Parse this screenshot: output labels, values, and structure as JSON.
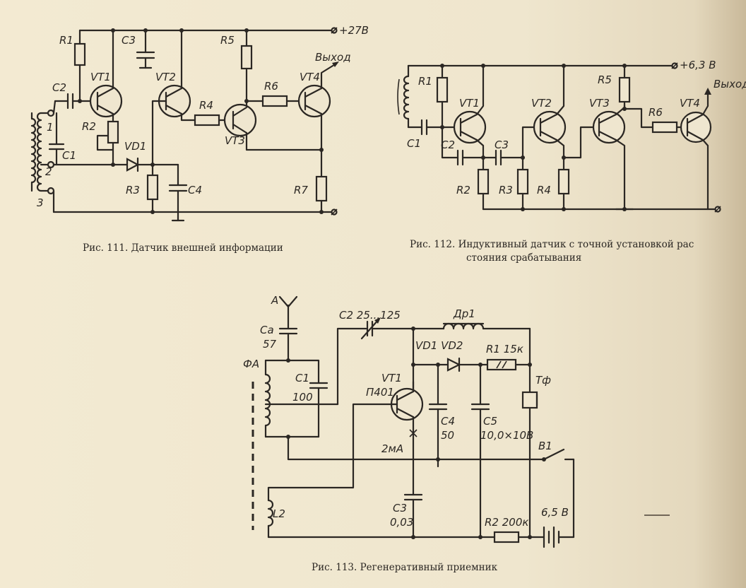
{
  "fig111": {
    "caption": "Рис. 111. Датчик внешней информации",
    "supply": "+27В",
    "output": "Выход",
    "labels": {
      "R1": "R1",
      "C3": "C3",
      "R5": "R5",
      "C2": "C2",
      "VT1": "VT1",
      "VT2": "VT2",
      "VT3": "VT3",
      "VT4": "VT4",
      "R2": "R2",
      "R4": "R4",
      "R6": "R6",
      "VD1": "VD1",
      "C1": "C1",
      "R3": "R3",
      "C4": "C4",
      "R7": "R7",
      "t1": "1",
      "t2": "2",
      "t3": "3"
    }
  },
  "fig112": {
    "caption_line1": "Рис. 112. Индуктивный датчик с точной установкой рас",
    "caption_line2": "стояния срабатывания",
    "supply": "+6,3 В",
    "output": "Выход",
    "labels": {
      "R1": "R1",
      "C1": "C1",
      "C2": "C2",
      "C3": "C3",
      "R2": "R2",
      "R3": "R3",
      "R4": "R4",
      "R5": "R5",
      "R6": "R6",
      "VT1": "VT1",
      "VT2": "VT2",
      "VT3": "VT3",
      "VT4": "VT4"
    }
  },
  "fig113": {
    "caption": "Рис. 113. Регенеративный приемник",
    "labels": {
      "A": "A",
      "Ca": "Ca",
      "Ca_val": "57",
      "FA": "ФА",
      "C1": "C1",
      "C1_val": "100",
      "C2": "C2 25...125",
      "Dr1": "Др1",
      "VD": "VD1 VD2",
      "R1": "R1 15к",
      "VT1": "VT1",
      "VT1_type": "П401",
      "C4": "C4",
      "C4_val": "50",
      "C5": "C5",
      "C5_val": "10,0×10В",
      "Tf": "Тф",
      "current": "2мА",
      "B1": "В1",
      "L2": "L2",
      "C3": "C3",
      "C3_val": "0,03",
      "R2": "R2 200к",
      "battery": "6,5 В"
    }
  }
}
